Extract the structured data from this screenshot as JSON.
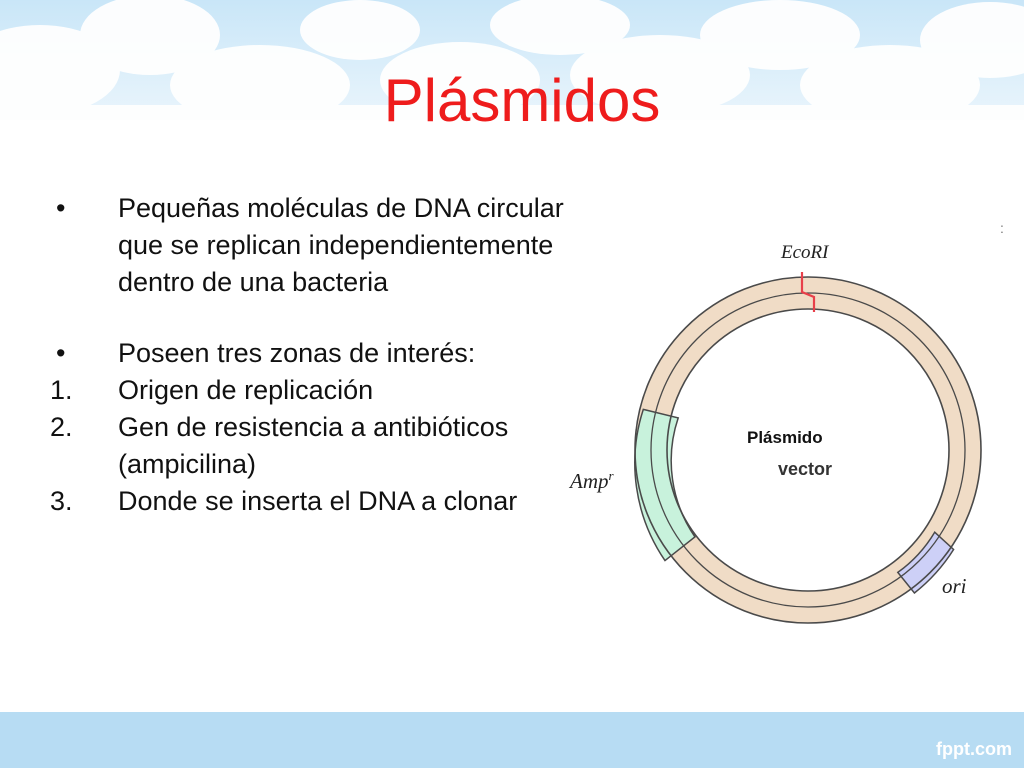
{
  "slide": {
    "title": "Plásmidos",
    "bullets": [
      {
        "marker": "•",
        "text": "Pequeñas moléculas de DNA circular que se replican independientemente dentro de una bacteria"
      },
      {
        "marker": "•",
        "text": "Poseen tres zonas de interés:"
      }
    ],
    "numbered": [
      {
        "marker": "1.",
        "text": "Origen de replicación"
      },
      {
        "marker": "2.",
        "text": "Gen de resistencia a antibióticos (ampicilina)"
      },
      {
        "marker": "3.",
        "text": "Donde se inserta el DNA a clonar"
      }
    ],
    "footer": "fppt.com"
  },
  "diagram": {
    "label_ecori": "EcoRI",
    "label_ampr": "Amp",
    "label_ampr_sup": "r",
    "label_ori": "ori",
    "label_plasmido": "Plásmido",
    "label_vector": "vector",
    "stray_mark": ":"
  },
  "colors": {
    "title": "#ee1c1c",
    "ring_fill": "#f0dcc6",
    "ring_stroke": "#4a4a4a",
    "amp_region": "#c8f2dc",
    "ori_region": "#cdd0f7",
    "ecori_cut": "#e8404a",
    "sky_band": "#d6ecf9",
    "cloud": "#ffffff",
    "footer_band": "#b7dcf3"
  }
}
